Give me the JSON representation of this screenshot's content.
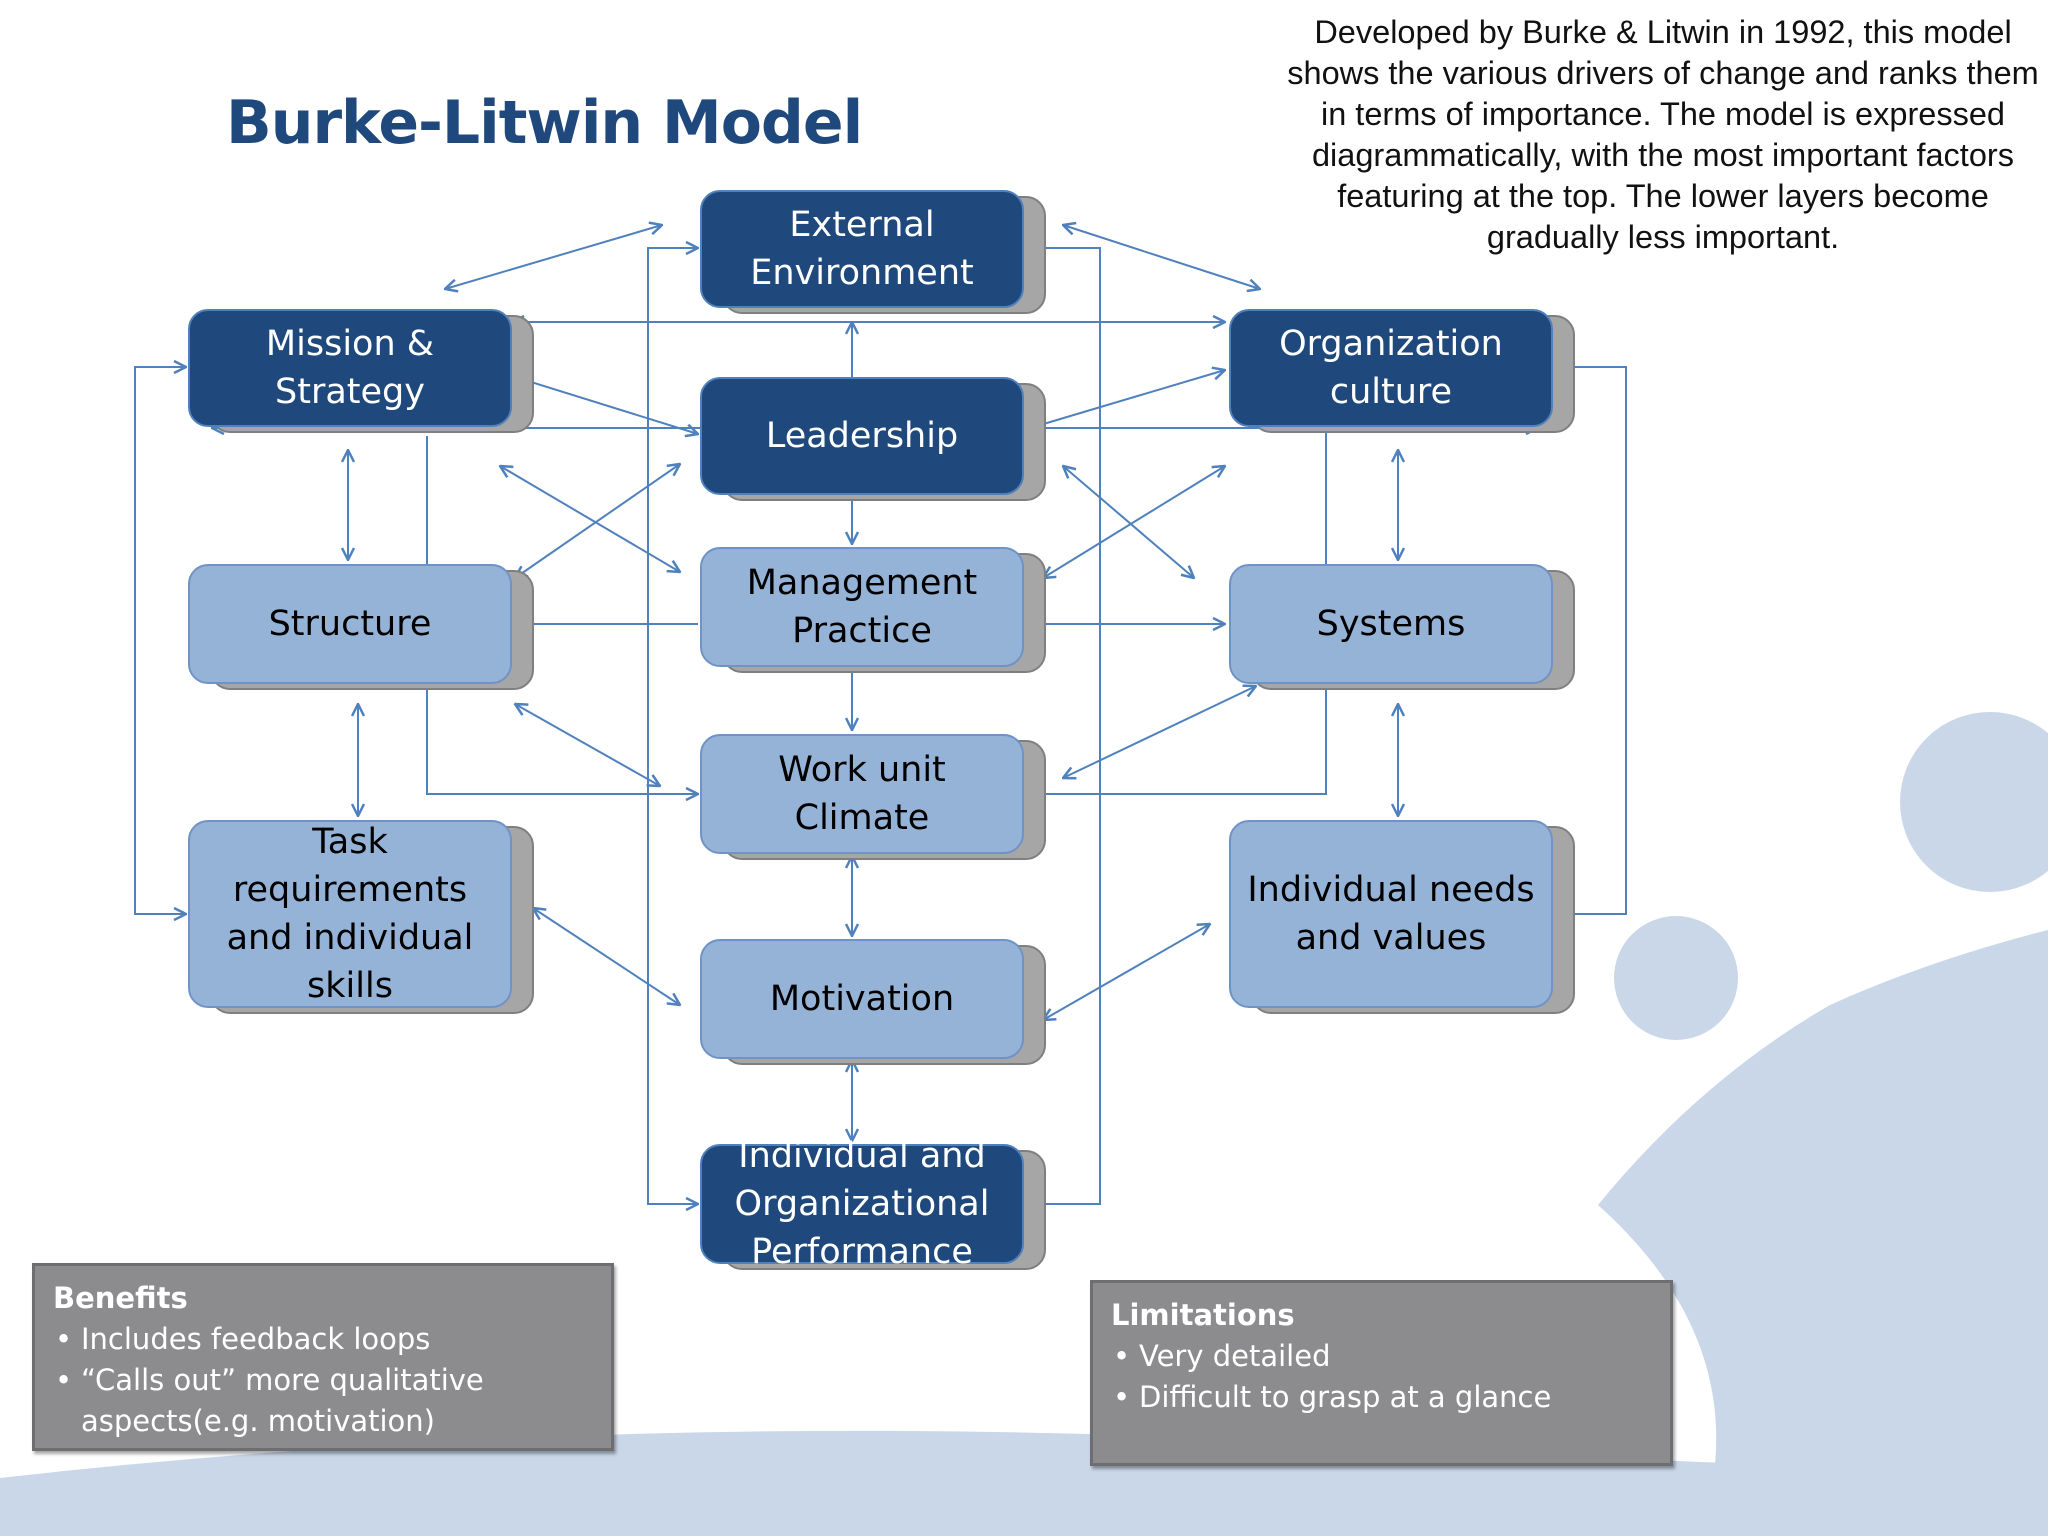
{
  "title": "Burke-Litwin Model",
  "description": "Developed by Burke & Litwin in 1992, this model shows the various drivers of change and ranks them in terms of importance. The model is expressed diagrammatically, with the most important factors featuring at the top. The lower layers become gradually less important.",
  "nodes": {
    "external_environment": "External\nEnvironment",
    "mission_strategy": "Mission &\nStrategy",
    "leadership": "Leadership",
    "organization_culture": "Organization\nculture",
    "structure": "Structure",
    "management_practice": "Management\nPractice",
    "systems": "Systems",
    "work_unit_climate": "Work unit\nClimate",
    "task_requirements": "Task\nrequirements\nand individual\nskills",
    "individual_needs": "Individual needs\nand values",
    "motivation": "Motivation",
    "performance": "Individual and\nOrganizational\nPerformance"
  },
  "benefits": {
    "heading": "Benefits",
    "items": [
      "Includes feedback loops",
      "“Calls out” more qualitative aspects(e.g. motivation)"
    ]
  },
  "limitations": {
    "heading": "Limitations",
    "items": [
      "Very detailed",
      "Difficult to grasp at a glance"
    ]
  },
  "colors": {
    "title": "#1f497d",
    "dark_box": "#1f497d",
    "light_box": "#95b3d7",
    "arrow": "#4f81bd",
    "panel": "#8c8c8e"
  }
}
